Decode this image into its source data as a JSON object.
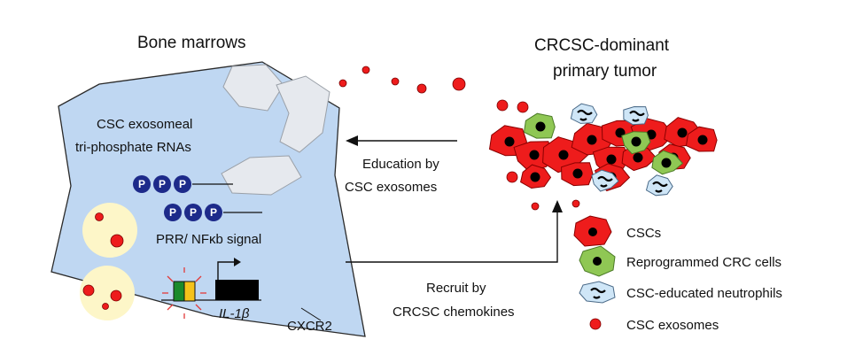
{
  "bone_marrow": {
    "title": "Bone marrows",
    "rna_label_line1": "CSC exosomeal",
    "rna_label_line2": "tri-phosphate RNAs",
    "phosphate_symbol": "P",
    "signal_label": "PRR/ NFκb signal",
    "gene_label": "IL-1β",
    "receptor_label": "CXCR2"
  },
  "tumor": {
    "title_line1": "CRCSC-dominant",
    "title_line2": "primary tumor"
  },
  "arrows": {
    "education_line1": "Education by",
    "education_line2": "CSC exosomes",
    "recruit_line1": "Recruit by",
    "recruit_line2": "CRCSC chemokines"
  },
  "legend": {
    "items": [
      {
        "label": "CSCs"
      },
      {
        "label": "Reprogrammed  CRC cells"
      },
      {
        "label": "CSC-educated  neutrophils"
      },
      {
        "label": "CSC  exosomes"
      }
    ]
  },
  "colors": {
    "bone_marrow_fill": "#bfd7f2",
    "csc_red": "#ee1c1c",
    "reprogrammed_green": "#8fc754",
    "neutrophil_blue": "#cfe6f7",
    "vesicle_yellow": "#fdf6c8",
    "phosphate_navy": "#1d2a8a"
  }
}
